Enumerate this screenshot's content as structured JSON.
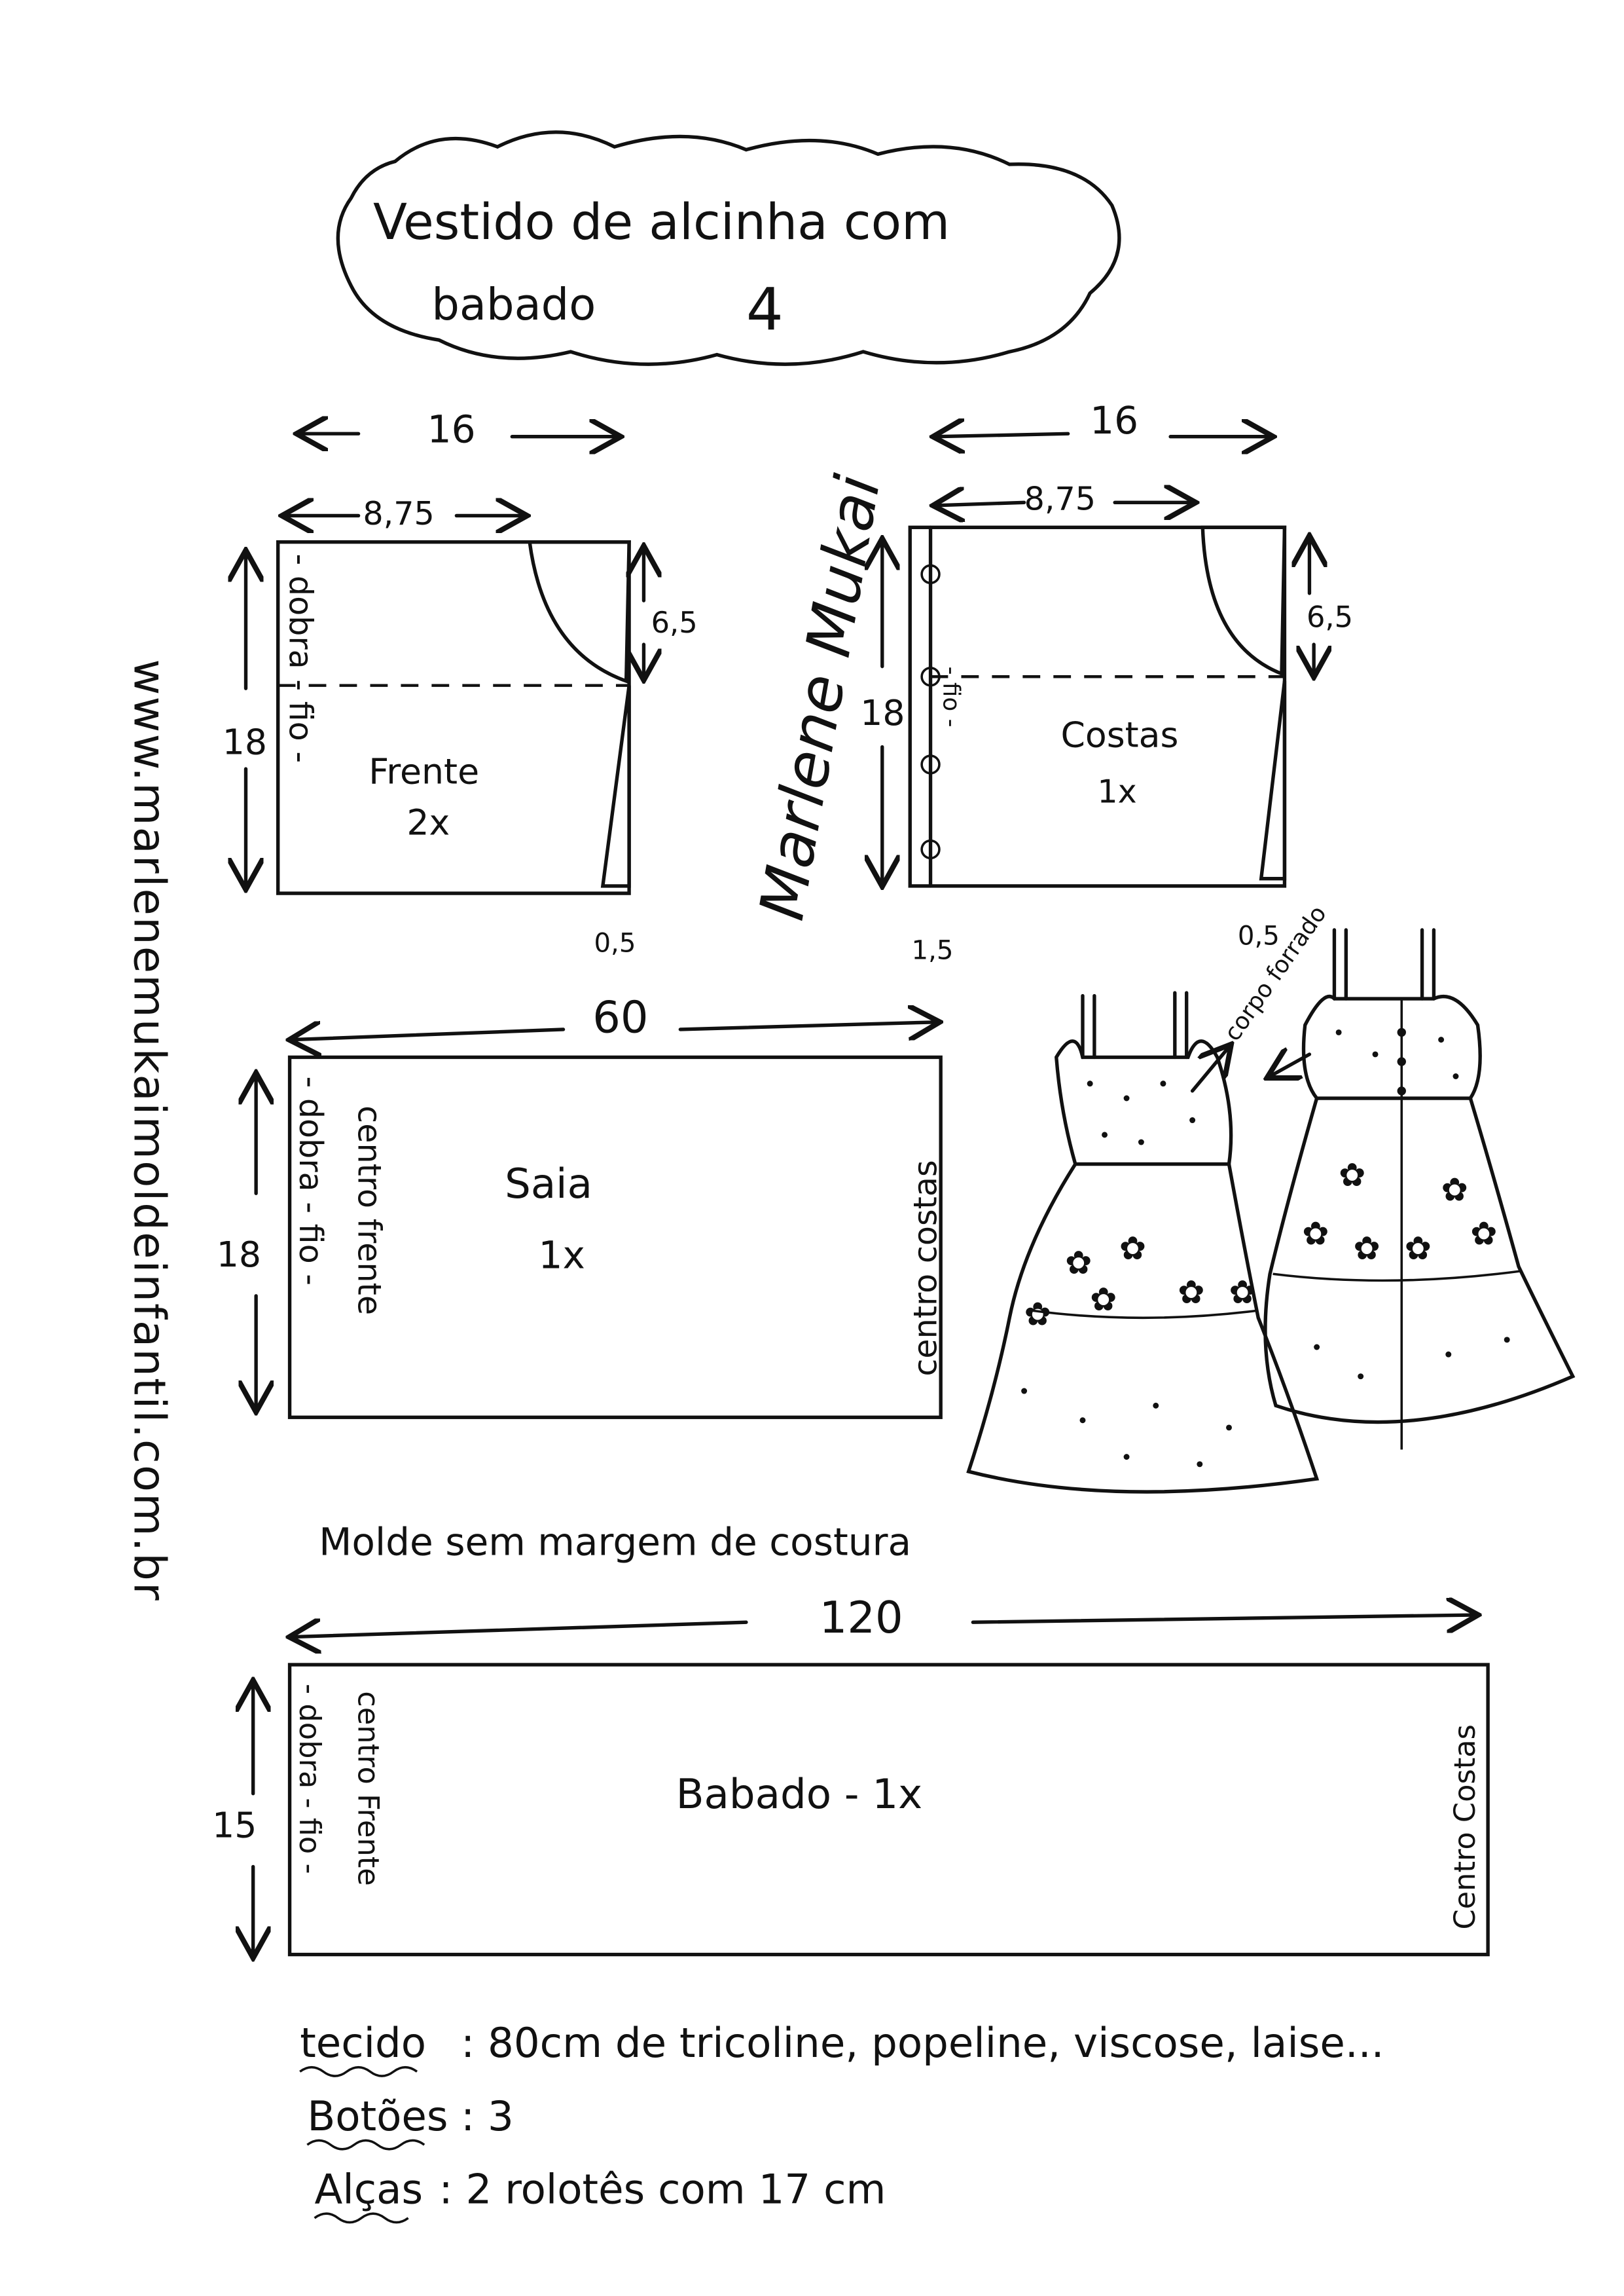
{
  "title": {
    "line1": "Vestido de alcinha com",
    "line2": "babado",
    "number": "4"
  },
  "website": "www.marlenemukaimoldeinfantil.com.br",
  "signature": "Marlene Mukai",
  "frente": {
    "label": "Frente",
    "count": "2x",
    "width": "16",
    "half_width": "8,75",
    "height": "18",
    "armhole": "6,5",
    "side": "0,5",
    "fold": "- dobra - fio -"
  },
  "costas": {
    "label": "Costas",
    "count": "1x",
    "width": "16",
    "half_width": "8,75",
    "height": "18",
    "armhole": "6,5",
    "side": "0,5",
    "placket": "1,5",
    "grain": "- fio -"
  },
  "saia": {
    "label": "Saia",
    "count": "1x",
    "width": "60",
    "height": "18",
    "center_front": "centro frente",
    "fold": "- dobra - fio -",
    "center_back": "centro costas"
  },
  "illustration": {
    "note": "corpo forrado"
  },
  "note": "Molde sem margem de costura",
  "babado": {
    "label": "Babado - 1x",
    "width": "120",
    "height": "15",
    "center_front": "centro Frente",
    "fold": "- dobra - fio -",
    "center_back": "Centro Costas"
  },
  "materials": [
    {
      "key": "tecido",
      "value": "80cm de tricoline, popeline, viscose, laise..."
    },
    {
      "key": "Botões",
      "value": "3"
    },
    {
      "key": "Alças",
      "value": "2 rolotês com 17 cm"
    }
  ]
}
